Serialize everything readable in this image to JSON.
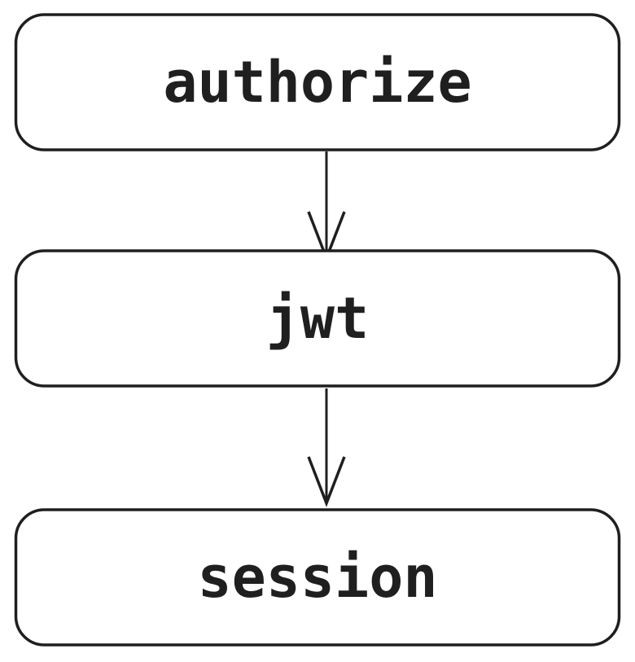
{
  "diagram": {
    "type": "flowchart",
    "direction": "top-down",
    "nodes": [
      {
        "id": "authorize",
        "label": "authorize"
      },
      {
        "id": "jwt",
        "label": "jwt"
      },
      {
        "id": "session",
        "label": "session"
      }
    ],
    "edges": [
      {
        "from": "authorize",
        "to": "jwt",
        "arrow": "open-v-down"
      },
      {
        "from": "jwt",
        "to": "session",
        "arrow": "open-v-down"
      }
    ],
    "colors": {
      "stroke": "#1f1f1f",
      "node_fill": "#ffffff",
      "background": "#ffffff",
      "text": "#1f1f1f"
    }
  }
}
